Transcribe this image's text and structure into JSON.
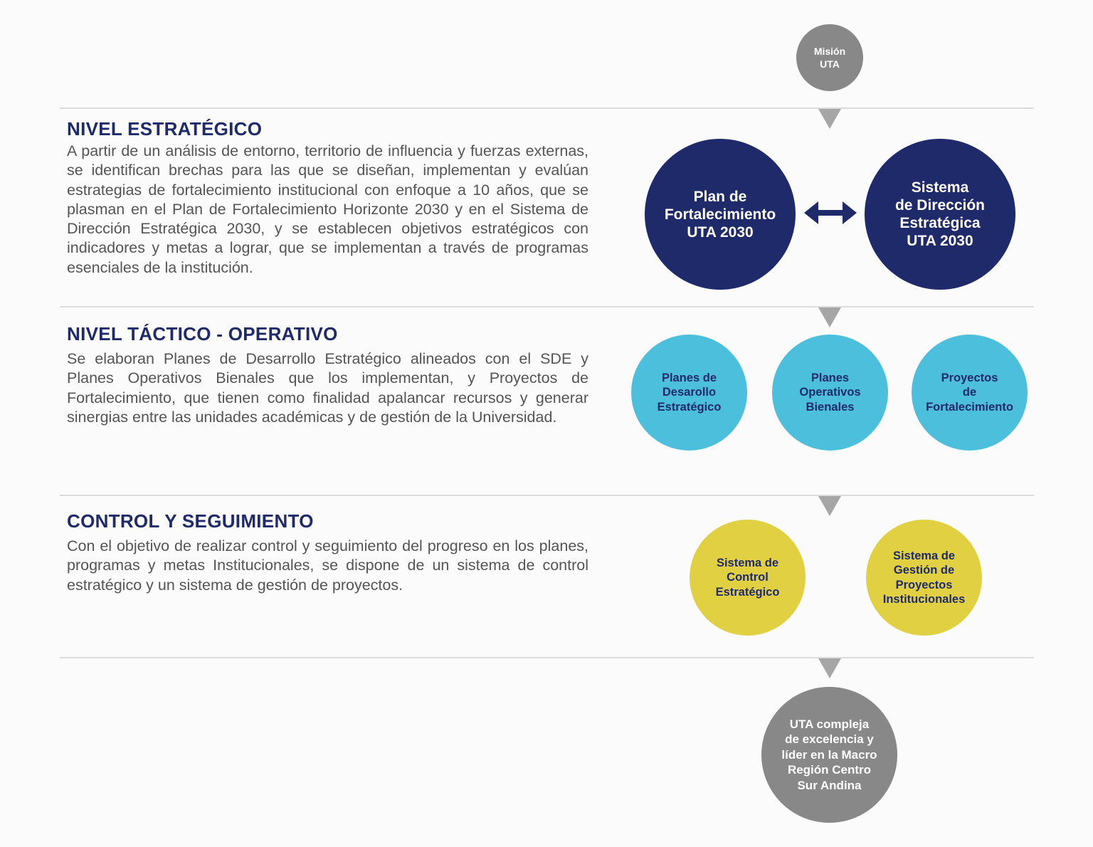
{
  "top_node": {
    "label": "Misión\nUTA",
    "color": "#888888"
  },
  "sections": [
    {
      "title": "NIVEL ESTRATÉGICO",
      "text": "A partir de un análisis de entorno, territorio de influencia y fuerzas externas, se identifican brechas para las que se diseñan, implementan y evalúan estrategias de fortalecimiento institucional con enfoque a 10 años, que se plasman en el Plan de Fortalecimiento Horizonte 2030 y en el Sistema de Dirección Estratégica 2030, y se establecen objetivos estratégicos con indicadores y metas a lograr, que se implementan a través de programas esenciales de la institución.",
      "nodes": [
        "Plan de\nFortalecimiento\nUTA 2030",
        "Sistema\nde Dirección\nEstratégica\nUTA 2030"
      ],
      "color": "#1f2a6b"
    },
    {
      "title": "NIVEL TÁCTICO - OPERATIVO",
      "text": "Se elaboran Planes de Desarrollo Estratégico alineados con el SDE y Planes Operativos Bienales que los implementan, y Proyectos de Fortalecimiento, que tienen como finalidad apalancar recursos y generar sinergias entre las unidades académicas y de gestión de la Universidad.",
      "nodes": [
        "Planes de\nDesarollo\nEstratégico",
        "Planes\nOperativos\nBienales",
        "Proyectos\nde\nFortalecimiento"
      ],
      "color": "#4bbfdc"
    },
    {
      "title": "CONTROL Y SEGUIMIENTO",
      "text": "Con el objetivo de realizar control y seguimiento del progreso en los planes, programas y metas Institucionales, se dispone de un sistema de control estratégico y un sistema de gestión de proyectos.",
      "nodes": [
        "Sistema de\nControl\nEstratégico",
        "Sistema de\nGestión de\nProyectos\nInstitucionales"
      ],
      "color": "#e1d142"
    }
  ],
  "bottom_node": {
    "label": "UTA compleja\nde excelencia y\nlíder en la Macro\nRegión Centro\nSur Andina",
    "color": "#888888"
  },
  "connector_color": "#1f2a6b",
  "divider_color": "#dcdcdc",
  "arrow_color": "#a6a6a6"
}
